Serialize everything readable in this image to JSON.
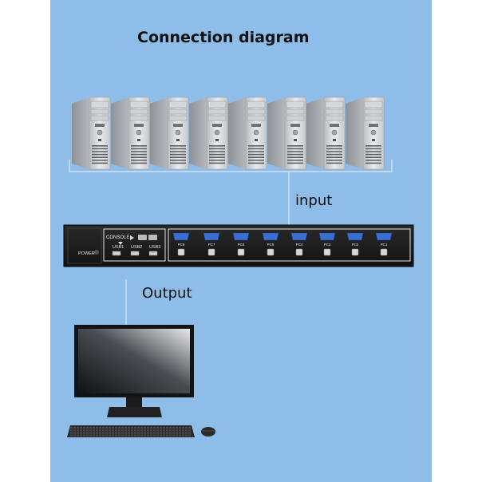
{
  "title": "Connection diagram",
  "input_label": "input",
  "output_label": "Output",
  "kvm": {
    "power_label": "POWER",
    "console_label": "CONSOLE",
    "usb_labels": [
      "USB1",
      "USB2",
      "USB3"
    ],
    "pc_ports": [
      "PC8",
      "PC7",
      "PC6",
      "PC5",
      "PC4",
      "PC3",
      "PC2",
      "PC1"
    ]
  },
  "colors": {
    "background": "#8dbde8",
    "device": "#1b1b1b",
    "vga_port": "#3a6fd0"
  },
  "computer_count": 8
}
